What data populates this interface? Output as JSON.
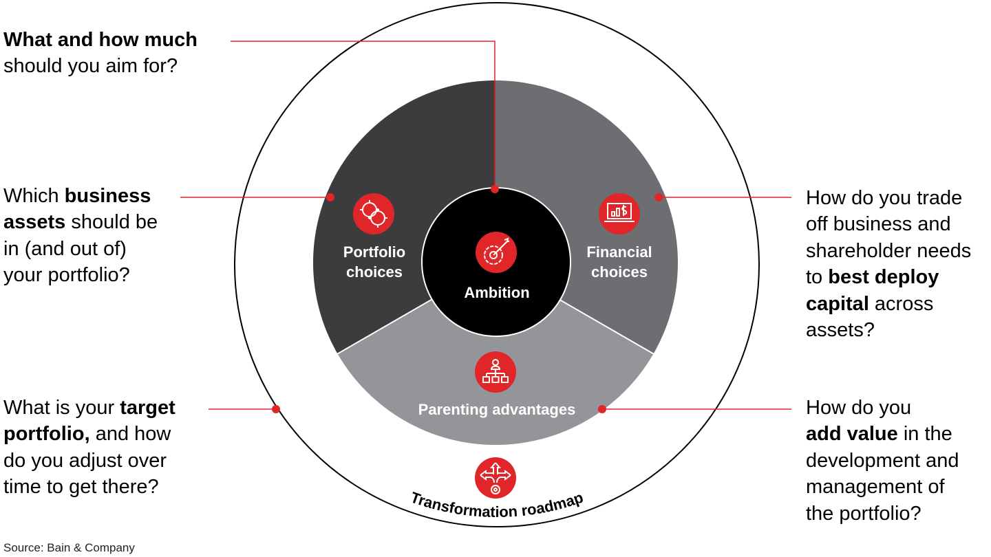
{
  "colors": {
    "accent": "#e1262a",
    "dark": "#3c3c3e",
    "medium": "#6d6e71",
    "light": "#949598",
    "center": "#000000"
  },
  "center": {
    "label": "Ambition",
    "icon": "target-gear-icon"
  },
  "segments": {
    "portfolio": {
      "line1": "Portfolio",
      "line2": "choices",
      "icon": "puzzle-gears-icon"
    },
    "financial": {
      "line1": "Financial",
      "line2": "choices",
      "icon": "laptop-chart-dollar-icon"
    },
    "parenting": {
      "label": "Parenting advantages",
      "icon": "org-chart-icon"
    }
  },
  "outer_ring": {
    "label": "Transformation roadmap",
    "icon": "crossroads-arrows-icon"
  },
  "questions": {
    "ambition": [
      [
        {
          "t": "What and how much",
          "b": true
        }
      ],
      [
        {
          "t": "should you aim for?"
        }
      ]
    ],
    "portfolio": [
      [
        {
          "t": "Which "
        },
        {
          "t": "business",
          "b": true
        }
      ],
      [
        {
          "t": "assets",
          "b": true
        },
        {
          "t": " should be"
        }
      ],
      [
        {
          "t": "in (and out of)"
        }
      ],
      [
        {
          "t": "your portfolio?"
        }
      ]
    ],
    "roadmap": [
      [
        {
          "t": "What is your "
        },
        {
          "t": "target",
          "b": true
        }
      ],
      [
        {
          "t": "portfolio,",
          "b": true
        },
        {
          "t": " and how"
        }
      ],
      [
        {
          "t": "do you adjust over"
        }
      ],
      [
        {
          "t": "time to get there?"
        }
      ]
    ],
    "financial": [
      [
        {
          "t": "How do you trade"
        }
      ],
      [
        {
          "t": "off business and"
        }
      ],
      [
        {
          "t": "shareholder needs"
        }
      ],
      [
        {
          "t": "to "
        },
        {
          "t": "best deploy",
          "b": true
        }
      ],
      [
        {
          "t": "capital",
          "b": true
        },
        {
          "t": " across"
        }
      ],
      [
        {
          "t": "assets?"
        }
      ]
    ],
    "parenting": [
      [
        {
          "t": "How do you"
        }
      ],
      [
        {
          "t": "add value",
          "b": true
        },
        {
          "t": " in the"
        }
      ],
      [
        {
          "t": "development and"
        }
      ],
      [
        {
          "t": "management of"
        }
      ],
      [
        {
          "t": "the portfolio?"
        }
      ]
    ]
  },
  "source": "Source: Bain & Company"
}
